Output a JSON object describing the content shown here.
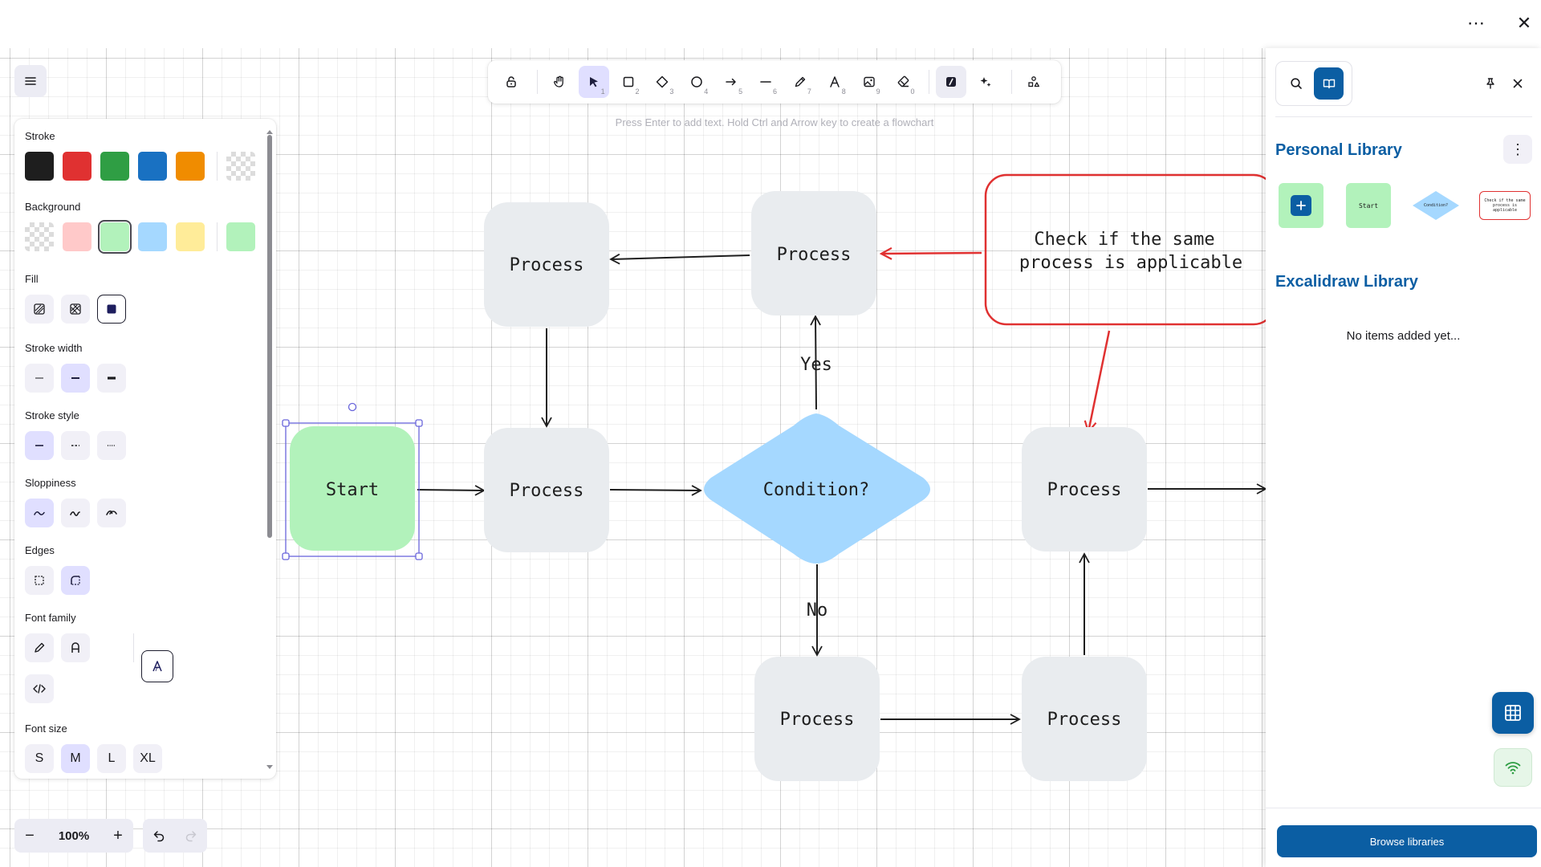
{
  "window": {
    "more_label": "⋯",
    "close_label": "✕"
  },
  "toolbar": {
    "tools": [
      {
        "name": "lock",
        "key": ""
      },
      {
        "name": "hand",
        "key": ""
      },
      {
        "name": "selection",
        "key": "1"
      },
      {
        "name": "rectangle",
        "key": "2"
      },
      {
        "name": "diamond",
        "key": "3"
      },
      {
        "name": "ellipse",
        "key": "4"
      },
      {
        "name": "arrow",
        "key": "5"
      },
      {
        "name": "line",
        "key": "6"
      },
      {
        "name": "draw",
        "key": "7"
      },
      {
        "name": "text",
        "key": "8"
      },
      {
        "name": "image",
        "key": "9"
      },
      {
        "name": "eraser",
        "key": "0"
      }
    ],
    "hint": "Press Enter to add text. Hold Ctrl and Arrow key to create a flowchart"
  },
  "properties": {
    "stroke_label": "Stroke",
    "stroke_colors": [
      "#1e1e1e",
      "#e03131",
      "#2f9e44",
      "#1971c2",
      "#f08c00"
    ],
    "background_label": "Background",
    "background_colors": [
      "transparent",
      "#ffc9c9",
      "#b2f2bb",
      "#a5d8ff",
      "#ffec99"
    ],
    "background_current": "#b2f2bb",
    "fill_label": "Fill",
    "stroke_width_label": "Stroke width",
    "stroke_style_label": "Stroke style",
    "sloppiness_label": "Sloppiness",
    "edges_label": "Edges",
    "font_family_label": "Font family",
    "font_size_label": "Font size",
    "font_sizes": [
      "S",
      "M",
      "L",
      "XL"
    ]
  },
  "zoom": {
    "value": "100%",
    "minus": "−",
    "plus": "+"
  },
  "canvas": {
    "nodes": {
      "start": "Start",
      "process_top_left": "Process",
      "process_top_mid": "Process",
      "process_mid_left": "Process",
      "condition": "Condition?",
      "process_right": "Process",
      "process_bottom_mid": "Process",
      "process_bottom_right": "Process"
    },
    "note": [
      "Check if the same",
      "process is applicable"
    ],
    "edge_labels": {
      "yes": "Yes",
      "no": "No"
    }
  },
  "library": {
    "personal_title": "Personal Library",
    "personal_menu": "⋮",
    "item_start": "Start",
    "item_condition": "Condition?",
    "item_note": "Check if the same process is applicable",
    "excalidraw_title": "Excalidraw Library",
    "empty_text": "No items added yet...",
    "browse_label": "Browse libraries"
  },
  "colors": {
    "accent": "#0b5ea3",
    "selection": "#6965db",
    "note_red": "#e03131"
  }
}
